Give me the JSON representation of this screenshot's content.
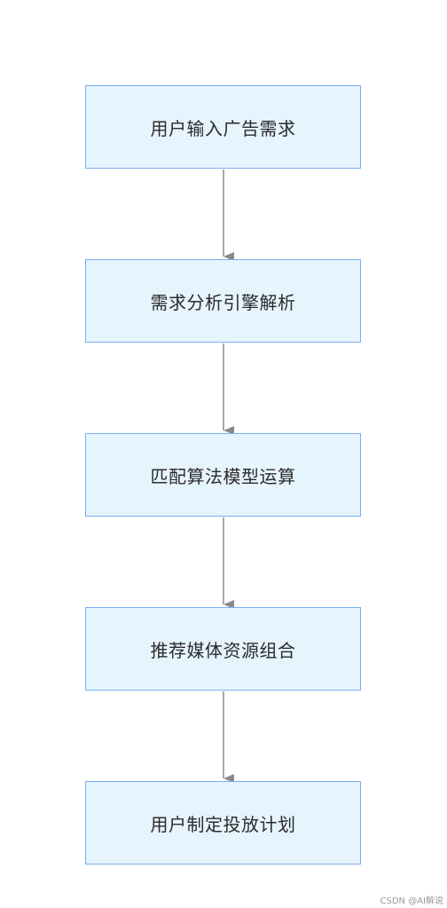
{
  "diagram": {
    "nodes": [
      {
        "id": "n1",
        "label": "用户输入广告需求"
      },
      {
        "id": "n2",
        "label": "需求分析引擎解析"
      },
      {
        "id": "n3",
        "label": "匹配算法模型运算"
      },
      {
        "id": "n4",
        "label": "推荐媒体资源组合"
      },
      {
        "id": "n5",
        "label": "用户制定投放计划"
      }
    ],
    "edges": [
      {
        "from": "n1",
        "to": "n2"
      },
      {
        "from": "n2",
        "to": "n3"
      },
      {
        "from": "n3",
        "to": "n4"
      },
      {
        "from": "n4",
        "to": "n5"
      }
    ],
    "colors": {
      "node_fill": "#e6f4fe",
      "node_border": "#7aaef0",
      "edge": "#8a8a8a"
    }
  },
  "watermark": "CSDN @AI解说"
}
